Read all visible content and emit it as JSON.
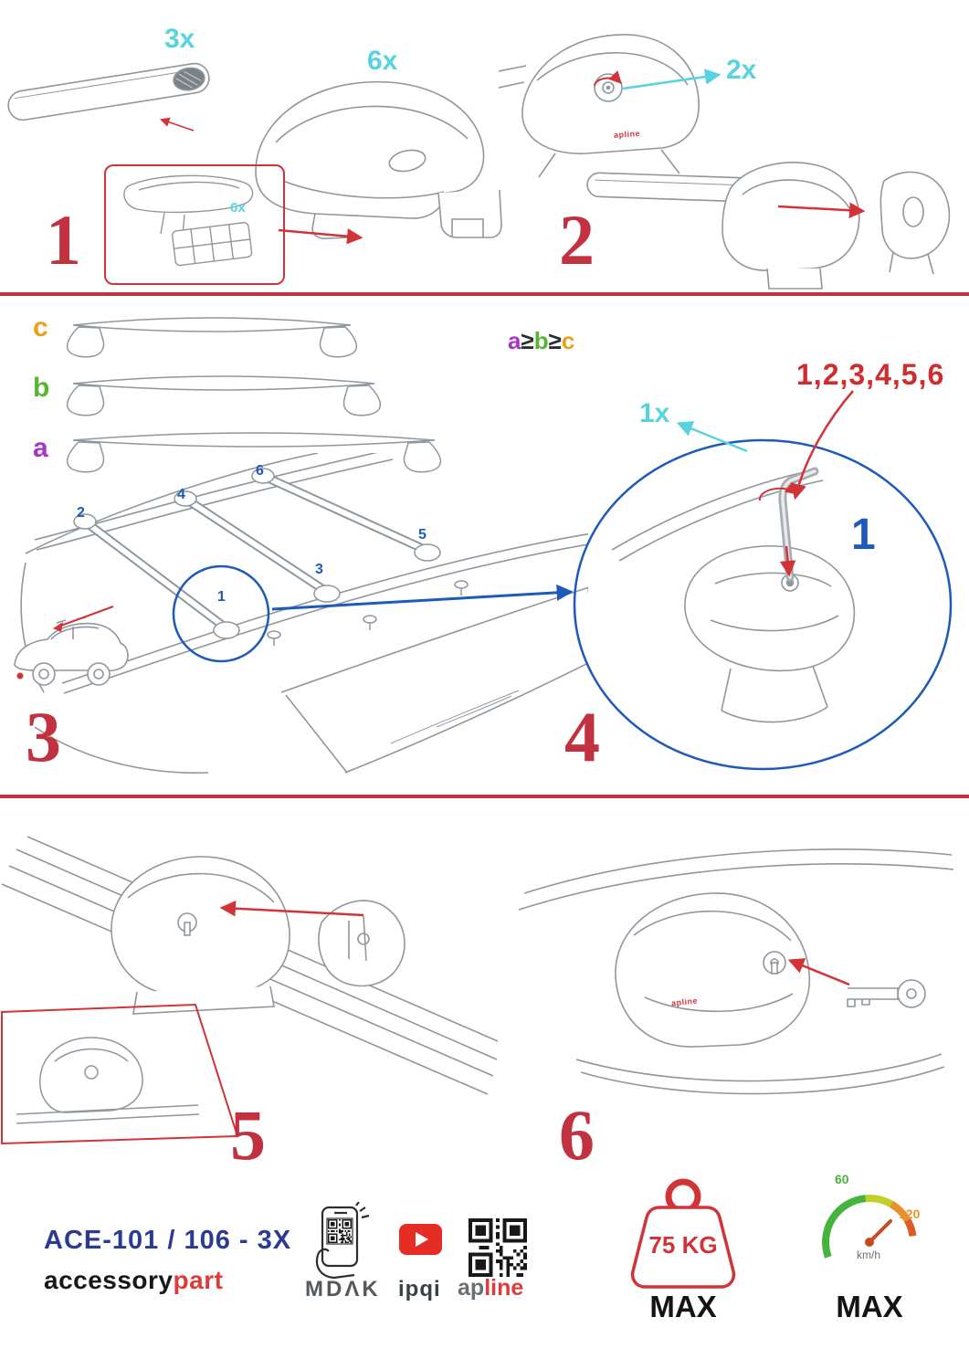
{
  "document": {
    "type": "roof-rack-installation-instructions"
  },
  "colors": {
    "step_red": "#c2313f",
    "accent_red": "#d13438",
    "cyan": "#57d3e0",
    "blue": "#1d5ab9",
    "navy": "#2b3a92",
    "purple": "#a435c8",
    "green": "#56b631",
    "orange": "#e8a11b",
    "youtube_red": "#e62d25",
    "gauge_green": "#46b33c",
    "gauge_orange": "#e8912b",
    "line_art": "#8f979e"
  },
  "icons": {
    "youtube": "youtube-icon",
    "qr": "qr-code",
    "phone_scan": "phone-scan-icon",
    "weight": "weight-max-icon",
    "speedometer": "speedometer-icon"
  },
  "brand_mark": "apline",
  "steps": {
    "s1": {
      "num": "1",
      "bar_qty": "3x",
      "foot_qty": "6x",
      "pad_qty": "6x"
    },
    "s2": {
      "num": "2",
      "lock_qty": "2x"
    },
    "s3": {
      "num": "3",
      "label_a": "a",
      "label_b": "b",
      "label_c": "c",
      "rule": {
        "a": "a",
        "ge1": "≥",
        "b": "b",
        "ge2": "≥",
        "c": "c"
      },
      "pos": [
        "1",
        "2",
        "3",
        "4",
        "5",
        "6"
      ]
    },
    "s4": {
      "num": "4",
      "tool_qty": "1x",
      "sequence": "1,2,3,4,5,6",
      "callout": "1"
    },
    "s5": {
      "num": "5"
    },
    "s6": {
      "num": "6"
    }
  },
  "footer": {
    "model": "ACE-101 / 106 - 3X",
    "brand_black": "accessory",
    "brand_red": "part",
    "mdak": "MDΛK",
    "ipqi": "ipqi",
    "apline_gray": "ap",
    "apline_red": "line",
    "weight_value": "75 KG",
    "weight_max": "MAX",
    "speed_low": "60",
    "speed_high": "120",
    "speed_unit": "km/h",
    "speed_max": "MAX"
  }
}
